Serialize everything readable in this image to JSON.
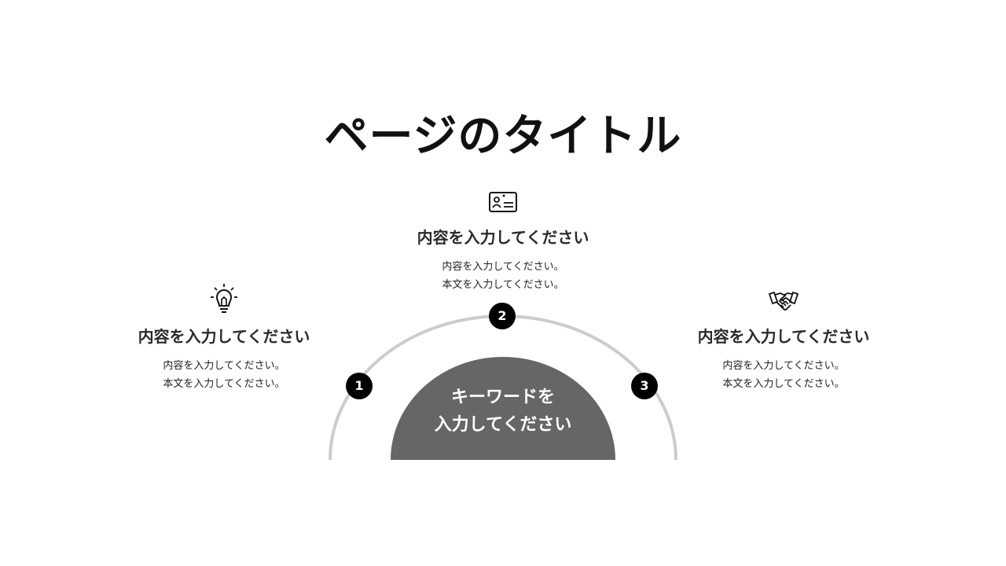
{
  "page": {
    "title": "ページのタイトル"
  },
  "center": {
    "keyword_line1": "キーワードを",
    "keyword_line2": "入力してください",
    "fill_color": "#666666",
    "arc_color": "#cccccc"
  },
  "items": [
    {
      "number": "1",
      "icon": "lightbulb-icon",
      "heading": "内容を入力してください",
      "body_line1": "内容を入力してください。",
      "body_line2": "本文を入力してください。"
    },
    {
      "number": "2",
      "icon": "id-card-icon",
      "heading": "内容を入力してください",
      "body_line1": "内容を入力してください。",
      "body_line2": "本文を入力してください。"
    },
    {
      "number": "3",
      "icon": "handshake-icon",
      "heading": "内容を入力してください",
      "body_line1": "内容を入力してください。",
      "body_line2": "本文を入力してください。"
    }
  ],
  "colors": {
    "badge": "#000000",
    "text": "#222222"
  }
}
